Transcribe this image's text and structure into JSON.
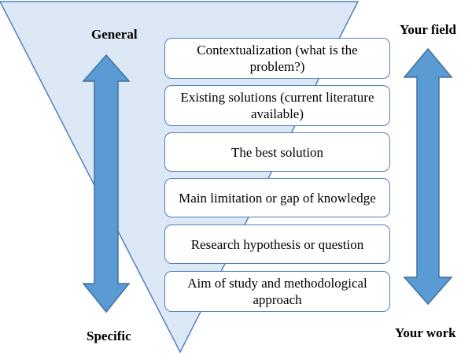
{
  "labels": {
    "general": "General",
    "specific": "Specific",
    "your_field": "Your field",
    "your_work": "Your work"
  },
  "steps": [
    "Contextualization (what is the problem?)",
    "Existing solutions (current literature available)",
    "The best solution",
    "Main limitation or gap of knowledge",
    "Research hypothesis or question",
    "Aim of study and methodological approach"
  ],
  "colors": {
    "funnel_fill": "#dce8f5",
    "funnel_stroke": "#4f81bd",
    "arrow_fill": "#5b9bd5",
    "arrow_stroke": "#41719c",
    "box_border": "#4f81bd"
  }
}
